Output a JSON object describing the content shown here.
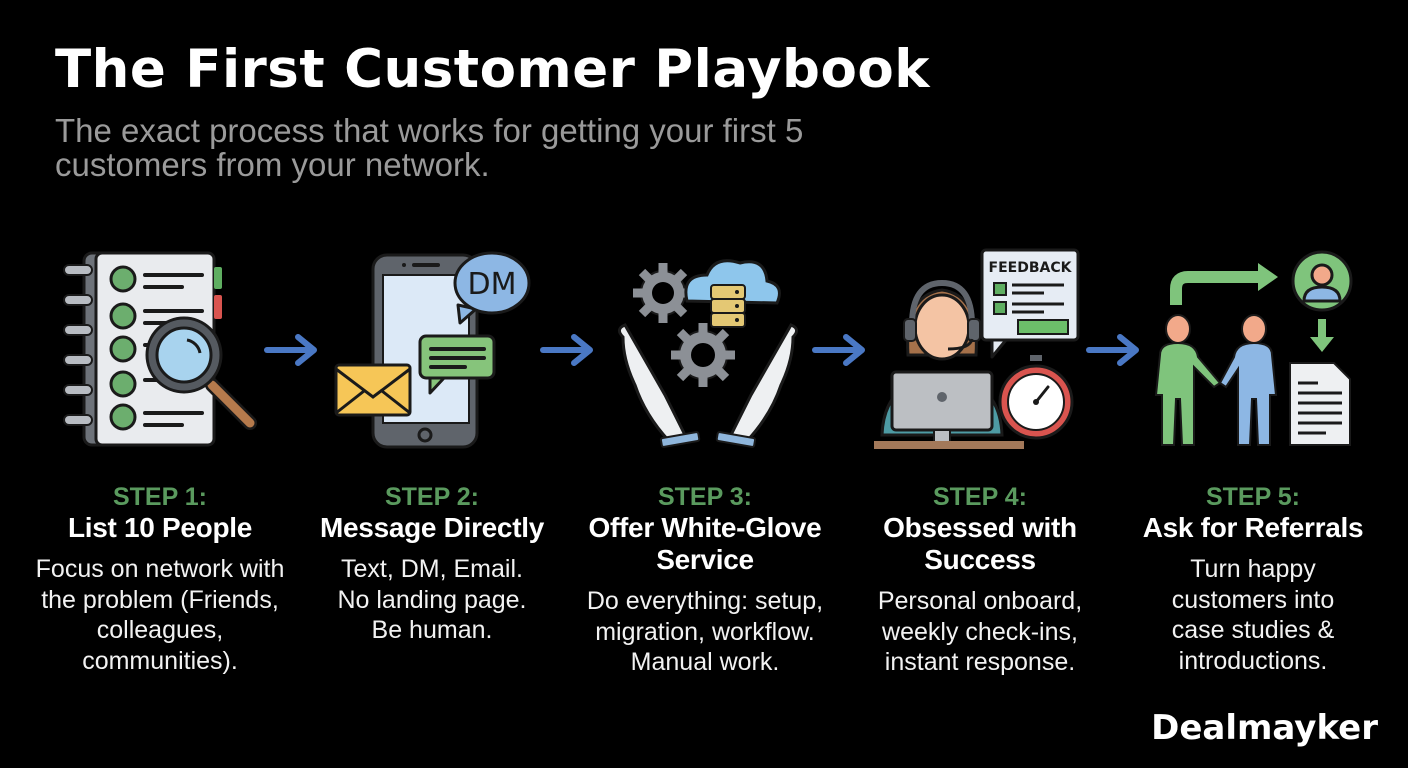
{
  "header": {
    "title": "The First Customer Playbook",
    "subtitle": "The exact process that works for getting your first 5 customers from your network."
  },
  "colors": {
    "background": "#000000",
    "step_label": "#5a9a5e",
    "arrow": "#4a78c4",
    "subtitle": "#9a9a9a"
  },
  "steps": [
    {
      "label": "STEP 1:",
      "title": "List 10 People",
      "description": "Focus on network with the problem (Friends, colleagues, communities).",
      "icon": "contact-list-magnifier-icon"
    },
    {
      "label": "STEP 2:",
      "title": "Message Directly",
      "description": "Text, DM, Email. No landing page. Be human.",
      "icon": "phone-messages-icon",
      "icon_text": "DM"
    },
    {
      "label": "STEP 3:",
      "title": "Offer White-Glove Service",
      "description": "Do everything: setup, migration, workflow. Manual work.",
      "icon": "hands-gears-cloud-icon"
    },
    {
      "label": "STEP 4:",
      "title": "Obsessed with Success",
      "description": "Personal onboard, weekly check-ins, instant response.",
      "icon": "support-agent-feedback-icon",
      "icon_text": "FEEDBACK"
    },
    {
      "label": "STEP 5:",
      "title": "Ask for Referrals",
      "description": "Turn happy customers into case studies & introductions.",
      "icon": "handshake-referral-icon"
    }
  ],
  "brand": "Dealmayker"
}
